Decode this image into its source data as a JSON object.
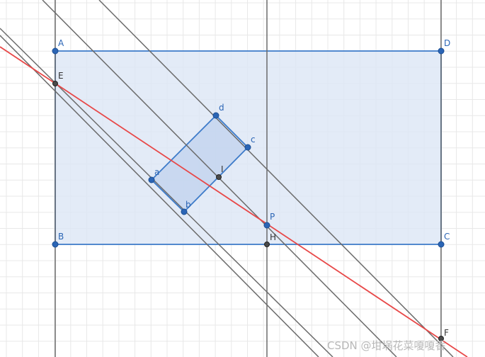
{
  "colors": {
    "grid_minor": "#e8e8e8",
    "grid_major": "#c9c9c9",
    "rect_fill": "#dce6f5",
    "rect_stroke": "#3d7bc9",
    "small_fill": "#c5d6ee",
    "line_gray": "#6b6b6b",
    "line_red": "#e84848",
    "point_blue": "#2b65b5",
    "point_gray": "#4a4a4a",
    "label_blue": "#2b65b5",
    "label_gray": "#333333",
    "watermark": "#b8b8b8"
  },
  "points": {
    "A": "A",
    "B": "B",
    "C": "C",
    "D": "D",
    "E": "E",
    "F": "F",
    "H": "H",
    "P": "P",
    "a": "a",
    "b": "b",
    "c": "c",
    "d": "d",
    "I": "I"
  },
  "watermark": "CSDN @坩埚花菜嗄嗄香"
}
